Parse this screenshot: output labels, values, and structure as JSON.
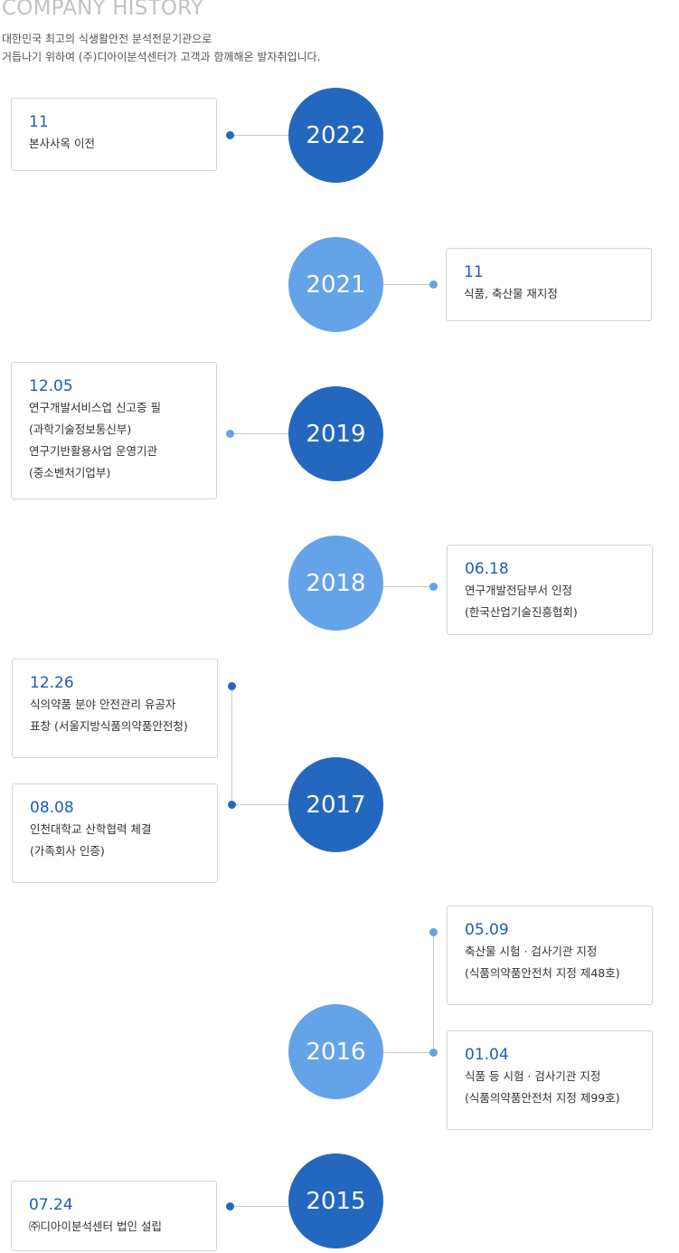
{
  "header": {
    "title": "COMPANY HISTORY",
    "subtitle_line1": "대한민국 최고의 식생활안전 분석전문기관으로",
    "subtitle_line2": "거듭나기 위하여 (주)디아이분석센터가 고객과 함께해온 발자취입니다."
  },
  "timeline": [
    {
      "year": "2022",
      "events": [
        {
          "date": "11",
          "lines": [
            "본사사옥 이전"
          ]
        }
      ]
    },
    {
      "year": "2021",
      "events": [
        {
          "date": "11",
          "lines": [
            "식품, 축산물 재지정"
          ]
        }
      ]
    },
    {
      "year": "2019",
      "events": [
        {
          "date": "12.05",
          "lines": [
            "연구개발서비스업 신고증 필",
            "(과학기술정보통신부)",
            "연구기반활용사업 운영기관",
            "(중소벤처기업부)"
          ]
        }
      ]
    },
    {
      "year": "2018",
      "events": [
        {
          "date": "06.18",
          "lines": [
            "연구개발전담부서 인정",
            "(한국산업기술진흥협회)"
          ]
        }
      ]
    },
    {
      "year": "2017",
      "events": [
        {
          "date": "12.26",
          "lines": [
            "식의약품 분야 안전관리 유공자",
            "표창 (서울지방식품의약품안전청)"
          ]
        },
        {
          "date": "08.08",
          "lines": [
            "인천대학교 산학협력 체결",
            "(가족회사 인증)"
          ]
        }
      ]
    },
    {
      "year": "2016",
      "events": [
        {
          "date": "05.09",
          "lines": [
            "축산물 시험 · 검사기관 지정",
            "(식품의약품안전처 지정 제48호)"
          ]
        },
        {
          "date": "01.04",
          "lines": [
            "식품 등 시험 · 검사기관 지정",
            "(식품의약품안전처 지정 제99호)"
          ]
        }
      ]
    },
    {
      "year": "2015",
      "events": [
        {
          "date": "07.24",
          "lines": [
            "㈜디아이분석센터 법인 설립"
          ]
        }
      ]
    }
  ],
  "colors": {
    "dark_circle": "#2467bf",
    "light_circle": "#64a3e8",
    "date_text": "#1e5eb3"
  }
}
